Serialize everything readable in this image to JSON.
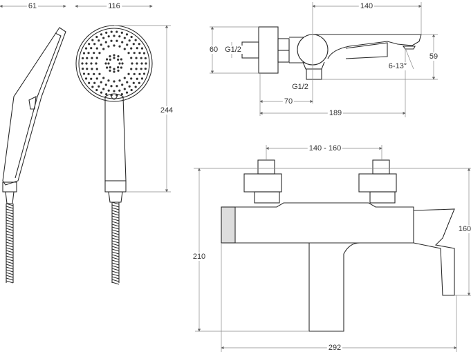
{
  "title": "Shower and bath mixer dimension drawing",
  "handshower": {
    "width_label": "61",
    "head_diameter_label": "116",
    "length_label": "244"
  },
  "spout_side": {
    "spout_length_label": "140",
    "wall_block_label": "60",
    "inlet_thread_label": "G1/2",
    "height_label": "59",
    "angle_label": "6-13°",
    "outlet_thread_label": "G1/2",
    "offset_label": "70",
    "total_depth_label": "189"
  },
  "front": {
    "center_distance_label": "140 - 160",
    "height_right_label": "160",
    "height_total_label": "210",
    "width_label": "292"
  }
}
